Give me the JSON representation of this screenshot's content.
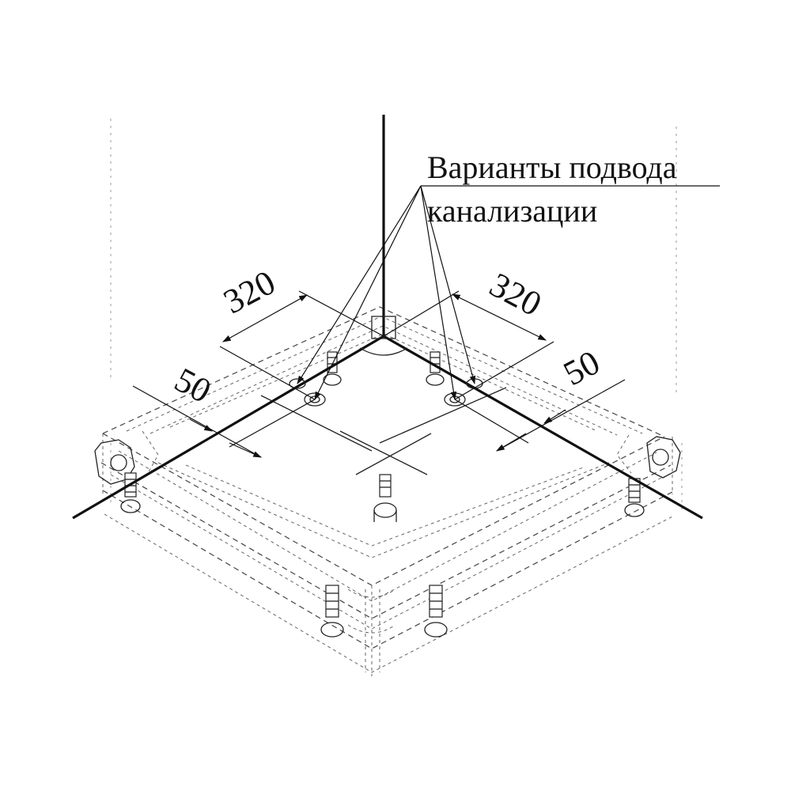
{
  "callout": {
    "line1": "Варианты подвода",
    "line2": "канализации"
  },
  "dimensions": {
    "left_length": "320",
    "right_length": "320",
    "left_offset": "50",
    "right_offset": "50"
  }
}
